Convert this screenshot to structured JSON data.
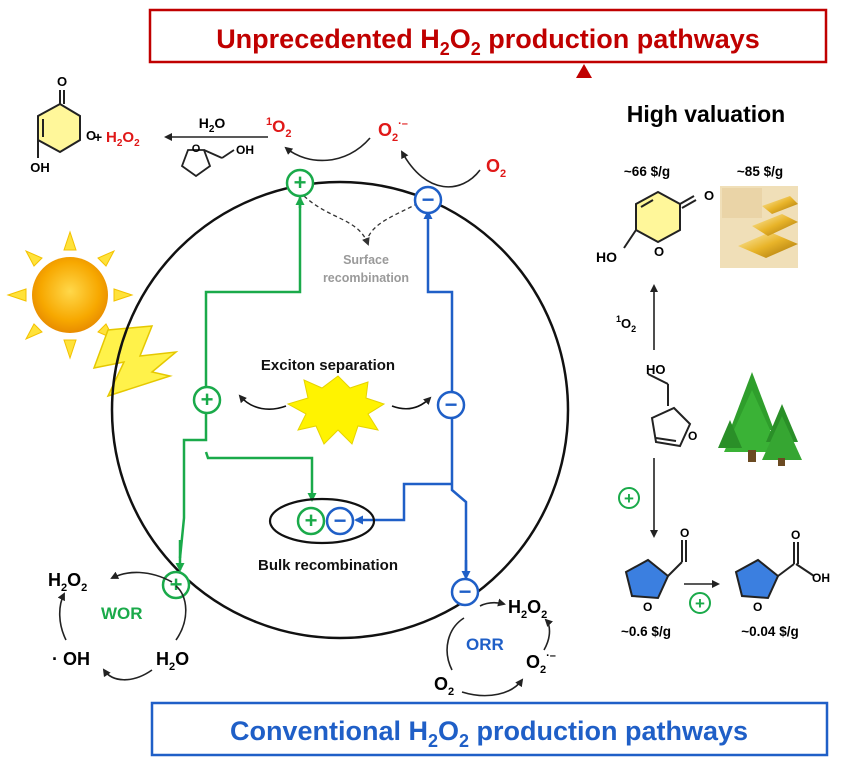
{
  "colors": {
    "hole": "#1aaa4a",
    "electron": "#1f5fc7",
    "red": "#e01818",
    "dark_red": "#c00000",
    "yellow_ring": "#fdf07a",
    "gray_label": "#9a9a9a"
  },
  "top_banner": {
    "pre": "Unprecedented H",
    "sub1": "2",
    "mid": "O",
    "sub2": "2",
    "post": " production pathways"
  },
  "bottom_banner": {
    "pre": "Conventional H",
    "sub1": "2",
    "mid": "O",
    "sub2": "2",
    "post": " production pathways"
  },
  "top_reaction": {
    "plus": "+",
    "product_pre": "H",
    "product_sub1": "2",
    "product_mid": "O",
    "product_sub2": "2",
    "reagent_pre": "H",
    "reagent_sub": "2",
    "reagent_post": "O",
    "oh_label": "OH",
    "oh_label_ring": "OH",
    "singlet_sup": "1",
    "singlet_pre": "O",
    "singlet_sub": "2",
    "superoxide_pre": "O",
    "superoxide_sub": "2",
    "superoxide_sup": "·–",
    "oxygen_pre": "O",
    "oxygen_sub": "2",
    "ring_o": "O",
    "ring_o_product": "O",
    "carbonyl_o": "O"
  },
  "labels": {
    "surface_recombination_1": "Surface",
    "surface_recombination_2": "recombination",
    "exciton_separation": "Exciton separation",
    "bulk_recombination": "Bulk recombination",
    "wor": "WOR",
    "orr": "ORR",
    "hole_sign": "+",
    "electron_sign": "−"
  },
  "wor_cycle": {
    "h2o2_pre": "H",
    "h2o2_sub1": "2",
    "h2o2_mid": "O",
    "h2o2_sub2": "2",
    "oh": "· OH",
    "h2o_pre": "H",
    "h2o_sub": "2",
    "h2o_post": "O"
  },
  "orr_cycle": {
    "h2o2_pre": "H",
    "h2o2_sub1": "2",
    "h2o2_mid": "O",
    "h2o2_sub2": "2",
    "o2_pre": "O",
    "o2_sub": "2",
    "sup_pre": "O",
    "sup_sub": "2",
    "sup_sup": "·–"
  },
  "right_panel": {
    "title": "High valuation",
    "price_pyranone": "~66 $/g",
    "price_gold": "~85 $/g",
    "price_furfural": "~0.6 $/g",
    "price_furoic": "~0.04 $/g",
    "singlet_sup": "1",
    "singlet_pre": "O",
    "singlet_sub": "2",
    "ho": "HO",
    "ho_furfuryl": "HO",
    "ring_o_pyranone": "O",
    "carbonyl_o_pyranone": "O",
    "ring_o_furfuryl": "O",
    "ring_o_furfural": "O",
    "carbonyl_o_furfural": "O",
    "ring_o_furoic": "O",
    "carbonyl_o_furoic": "O",
    "oh_furoic": "OH",
    "hole_sign": "+"
  }
}
